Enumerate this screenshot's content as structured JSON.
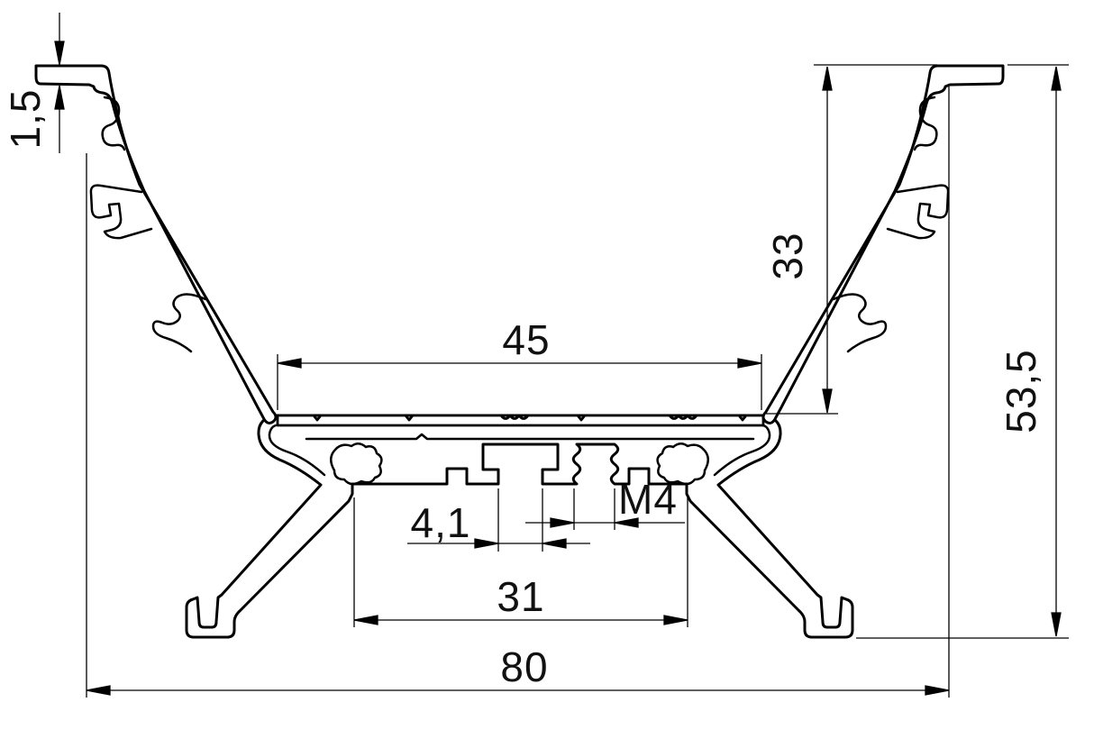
{
  "drawing": {
    "type": "technical-cross-section",
    "subject": "aluminium-extrusion-profile",
    "background_color": "#ffffff",
    "line_color": "#000000",
    "text_color": "#111111",
    "dimensions": {
      "flange_thickness": "1,5",
      "cavity_depth": "33",
      "overall_height": "53,5",
      "inner_width": "45",
      "slot_width": "4,1",
      "thread_size": "M4",
      "slot_span": "31",
      "overall_width": "80"
    }
  }
}
